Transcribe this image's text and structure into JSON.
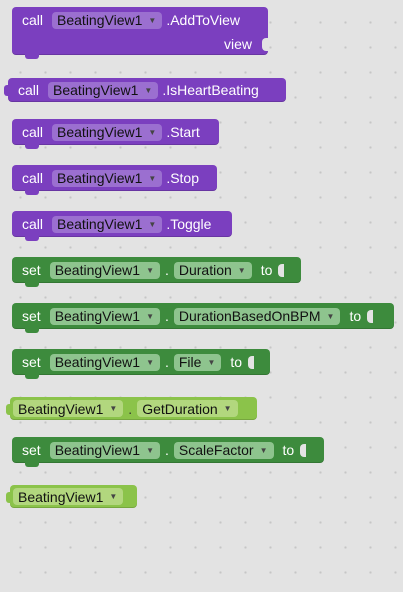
{
  "component": "BeatingView1",
  "keywords": {
    "call": "call",
    "set": "set",
    "to": "to",
    "dot": "."
  },
  "blocks": {
    "add_to_view": {
      "method": ".AddToView",
      "param": "view"
    },
    "is_heart_beating": {
      "method": ".IsHeartBeating"
    },
    "start": {
      "method": ".Start"
    },
    "stop": {
      "method": ".Stop"
    },
    "toggle": {
      "method": ".Toggle"
    },
    "set_duration": {
      "property": "Duration"
    },
    "set_duration_bpm": {
      "property": "DurationBasedOnBPM"
    },
    "set_file": {
      "property": "File"
    },
    "get_duration": {
      "method": "GetDuration"
    },
    "set_scale_factor": {
      "property": "ScaleFactor"
    },
    "component_block": {}
  },
  "colors": {
    "method_call": "#7b3fbf",
    "property_setter": "#3d8b3d",
    "getter": "#8bc34a",
    "workspace": "#e3e3e3"
  },
  "icons": {
    "dropdown": "triangle-down-icon"
  }
}
